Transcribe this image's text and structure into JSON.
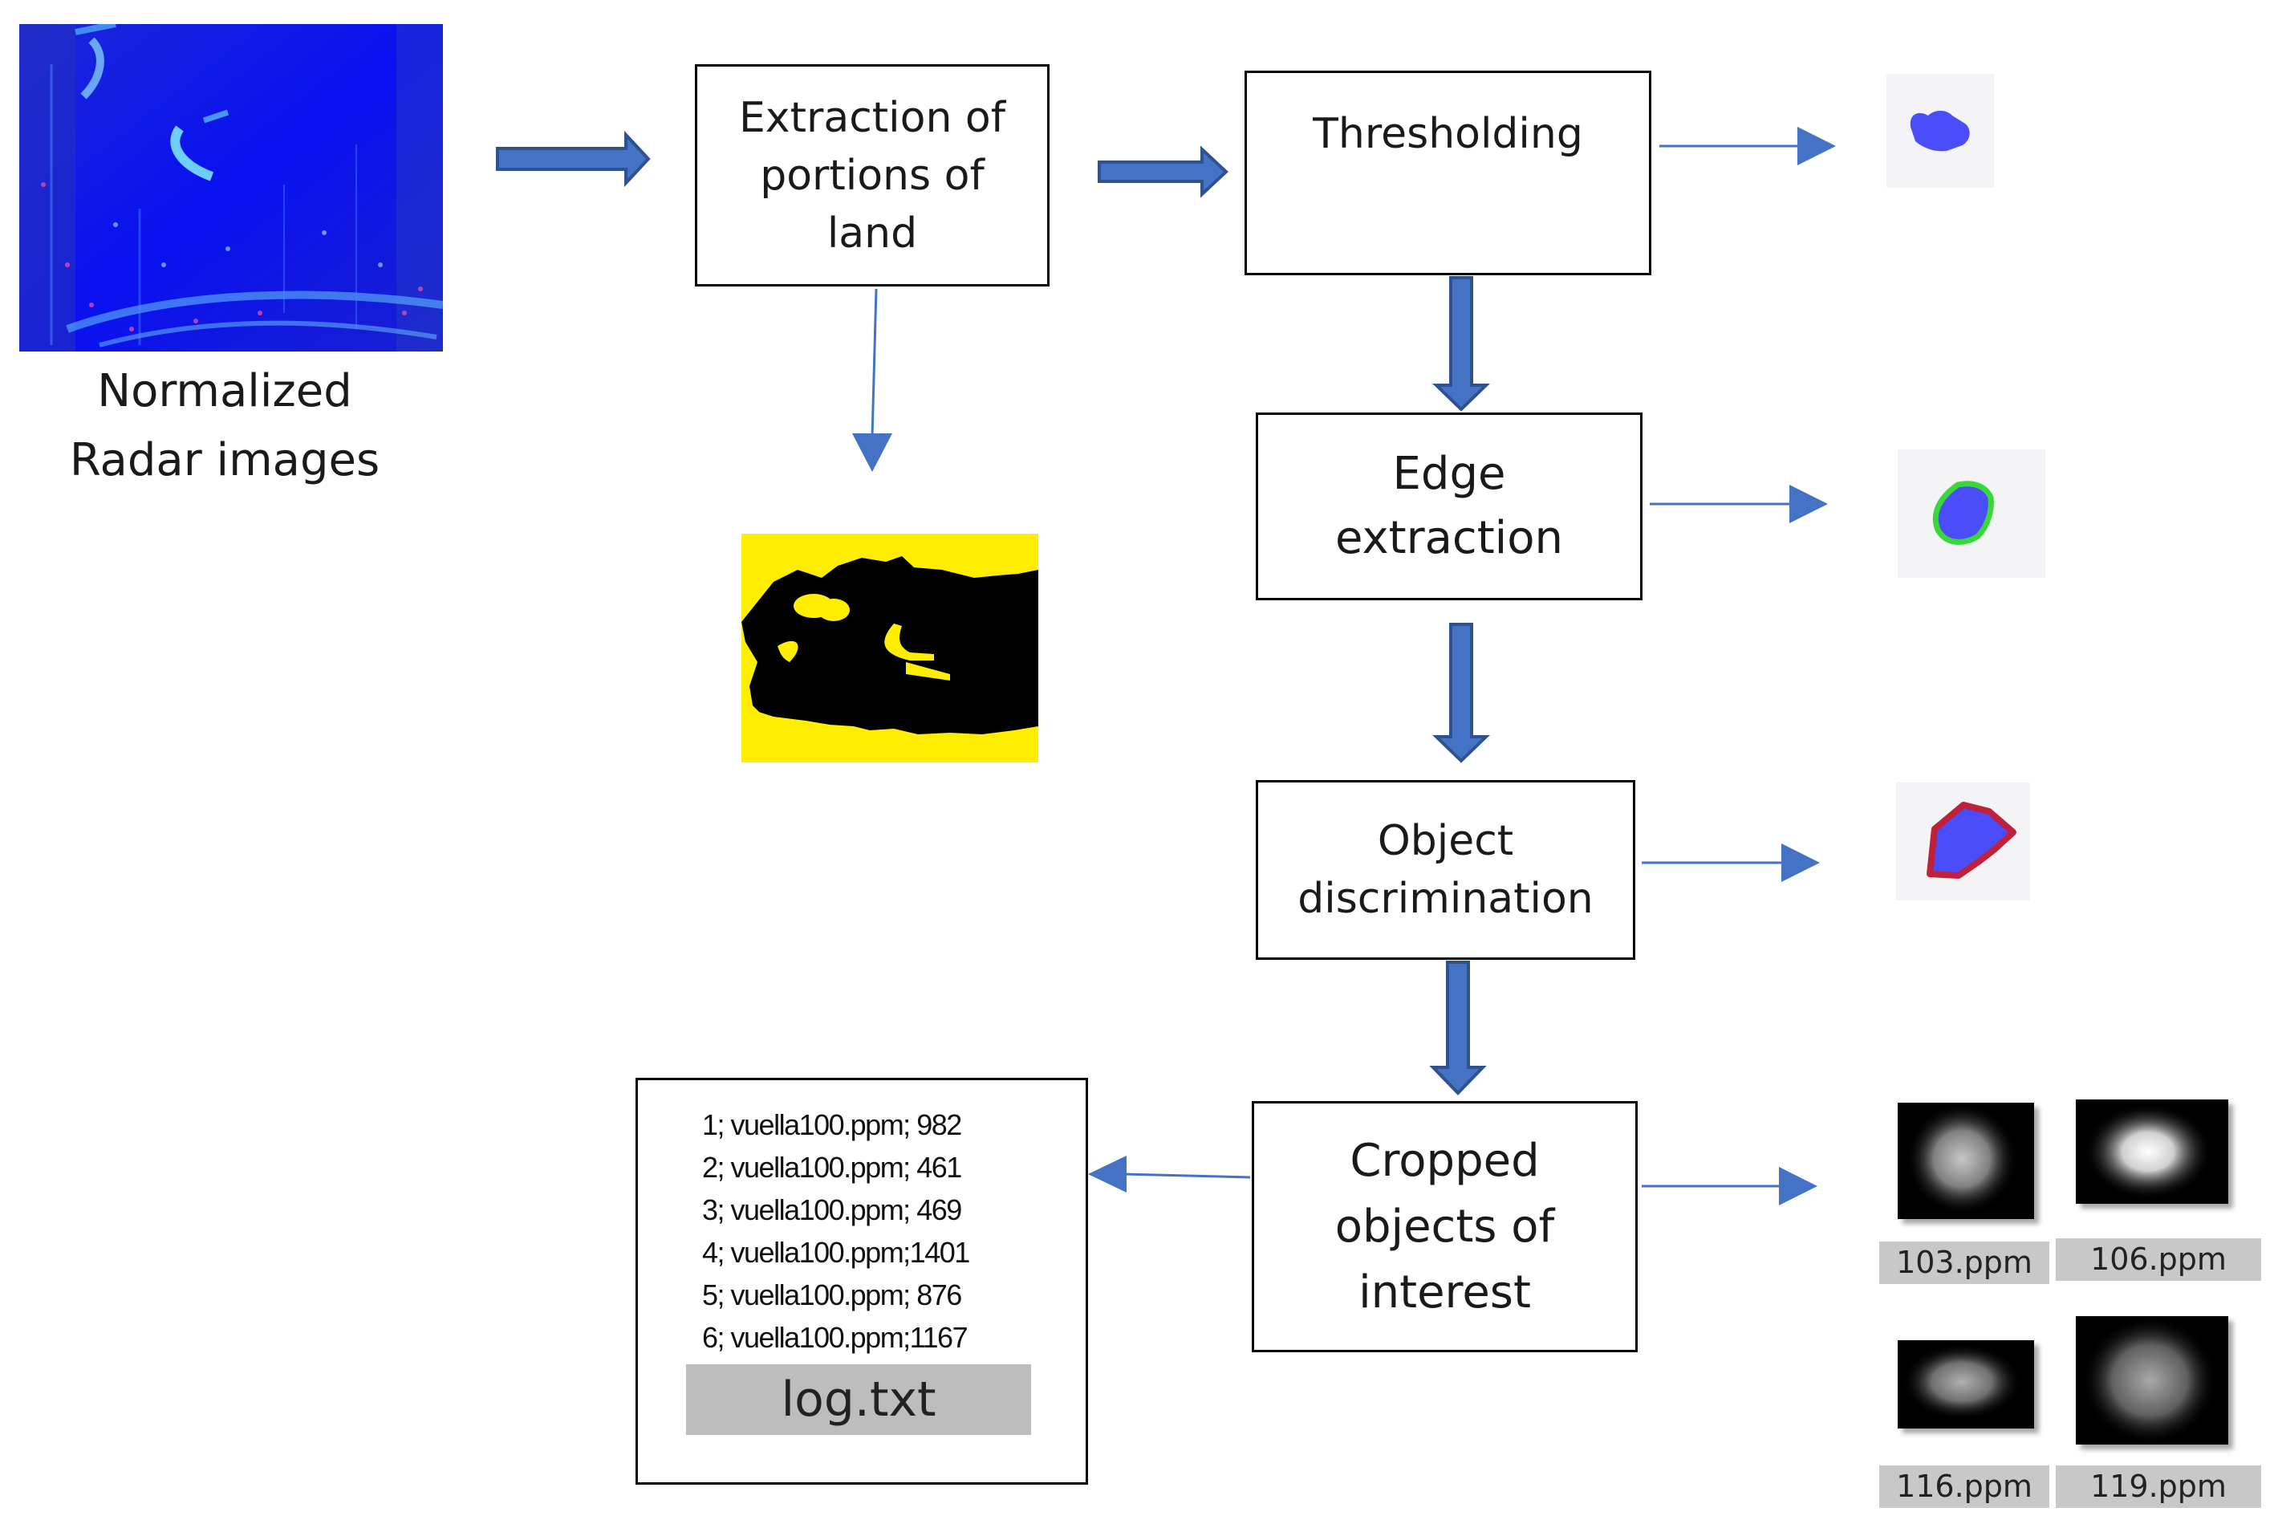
{
  "radar_caption": "Normalized\nRadar images",
  "boxes": {
    "extraction": "Extraction of\nportions of\nland",
    "thresholding": "Thresholding",
    "edge": "Edge\nextraction",
    "object": "Object\ndiscrimination",
    "cropped": "Cropped\nobjects of\ninterest"
  },
  "log": {
    "lines": [
      "1; vuella100.ppm; 982",
      "2; vuella100.ppm; 461",
      "3; vuella100.ppm; 469",
      "4; vuella100.ppm;1401",
      "5; vuella100.ppm; 876",
      "6; vuella100.ppm;1167"
    ],
    "filename": "log.txt"
  },
  "ppm_files": [
    "103.ppm",
    "106.ppm",
    "116.ppm",
    "119.ppm"
  ],
  "colors": {
    "arrow_blue": "#4472c4",
    "arrow_outline": "#2f528f",
    "object_blue": "#4b4dfb",
    "edge_green": "#38d838",
    "outline_red": "#c0203a",
    "land_yellow": "#ffee00"
  }
}
